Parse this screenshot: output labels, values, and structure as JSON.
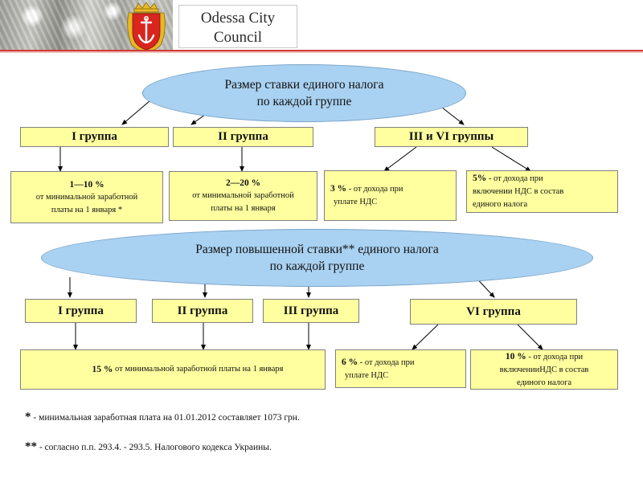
{
  "header": {
    "title_line1": "Odessa City",
    "title_line2": "Council",
    "accent_color": "#d23a36"
  },
  "section1": {
    "ellipse_line1": "Размер ставки единого налога",
    "ellipse_line2": "по каждой группе",
    "groups": [
      "I группа",
      "II группа",
      "III и VI группы"
    ],
    "rates": [
      {
        "pct": "1—10 %",
        "line1": "от минимальной заработной",
        "line2": "платы на 1 января *"
      },
      {
        "pct": "2—20 %",
        "line1": "от минимальной заработной",
        "line2": "платы на 1 января"
      },
      {
        "pct": "3 %",
        "line1": " - от дохода при",
        "line2": "уплате НДС"
      },
      {
        "pct": "5%",
        "line1": " - от дохода при",
        "line2": "включении НДС в состав",
        "line3": "единого налога"
      }
    ]
  },
  "section2": {
    "ellipse_line1": "Размер повышенной ставки** единого налога",
    "ellipse_line2": "по каждой группе",
    "groups": [
      "I группа",
      "II группа",
      "III группа",
      "VI группа"
    ],
    "rates": [
      {
        "pct": "15 %",
        "line1": " от минимальной заработной платы на 1 января"
      },
      {
        "pct": "6 %",
        "line1": " - от дохода при",
        "line2": "уплате НДС"
      },
      {
        "pct": "10 %",
        "line1": " - от дохода при",
        "line2": "включенииНДС в состав",
        "line3": "единого налога"
      }
    ]
  },
  "footnotes": [
    {
      "mark": "*",
      "text": " - минимальная заработная плата на 01.01.2012 составляет 1073 грн."
    },
    {
      "mark": "**",
      "text": " - согласно п.п. 293.4. - 293.5. Налогового кодекса Украины."
    }
  ],
  "colors": {
    "ellipse_fill": "#a9d1f1",
    "box_fill": "#ffff9f",
    "coat_of_arms_red": "#d8261f",
    "coat_of_arms_gold": "#e8b824"
  }
}
